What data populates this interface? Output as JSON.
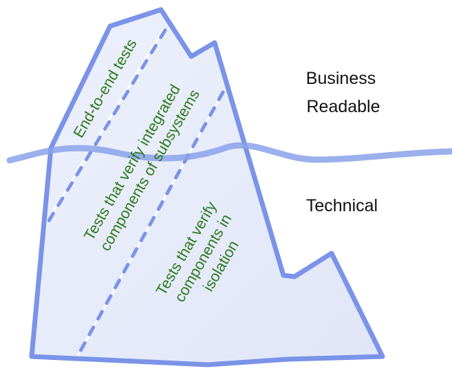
{
  "diagram": {
    "layers": [
      {
        "id": "top",
        "lines": [
          "End-to-end tests"
        ]
      },
      {
        "id": "middle",
        "lines": [
          "Tests that verify integrated",
          "components of subsystems"
        ]
      },
      {
        "id": "bottom",
        "lines": [
          "Tests that verify",
          "components in",
          "isolation"
        ]
      }
    ],
    "side_labels": {
      "above": [
        "Business",
        "Readable"
      ],
      "below": [
        "Technical"
      ]
    },
    "colors": {
      "outline": "#7b93e8",
      "fill": "#e6eafa",
      "fill_light": "#f3f5fd",
      "divider": "#7b93e8",
      "water": "#8aa2ea",
      "text_green": "#2d7a1e",
      "text_dark": "#111111"
    }
  }
}
